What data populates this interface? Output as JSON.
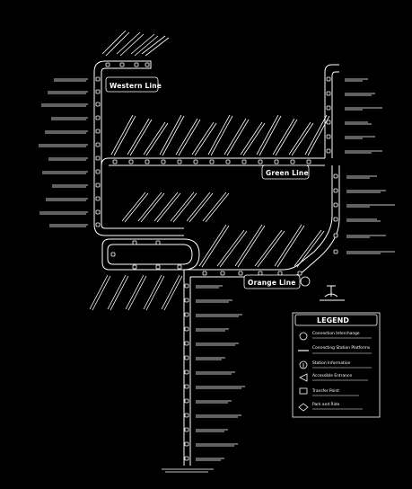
{
  "lines": [
    {
      "id": "west",
      "label": "Western Line"
    },
    {
      "id": "green",
      "label": "Green Line"
    },
    {
      "id": "orange",
      "label": "Orange Line"
    }
  ],
  "legend": {
    "title": "LEGEND",
    "items": [
      "Connection Interchange",
      "Connecting Station Platforms",
      "Station Information",
      "Accessible Entrance",
      "Transfer Point",
      "Park and Ride"
    ]
  },
  "colors": {
    "background": "#000000",
    "line": "#ffffff"
  },
  "icons": [
    "north-arrow-icon",
    "station-icon",
    "interchange-icon",
    "info-icon",
    "accessible-icon",
    "transfer-icon",
    "park-ride-icon"
  ]
}
